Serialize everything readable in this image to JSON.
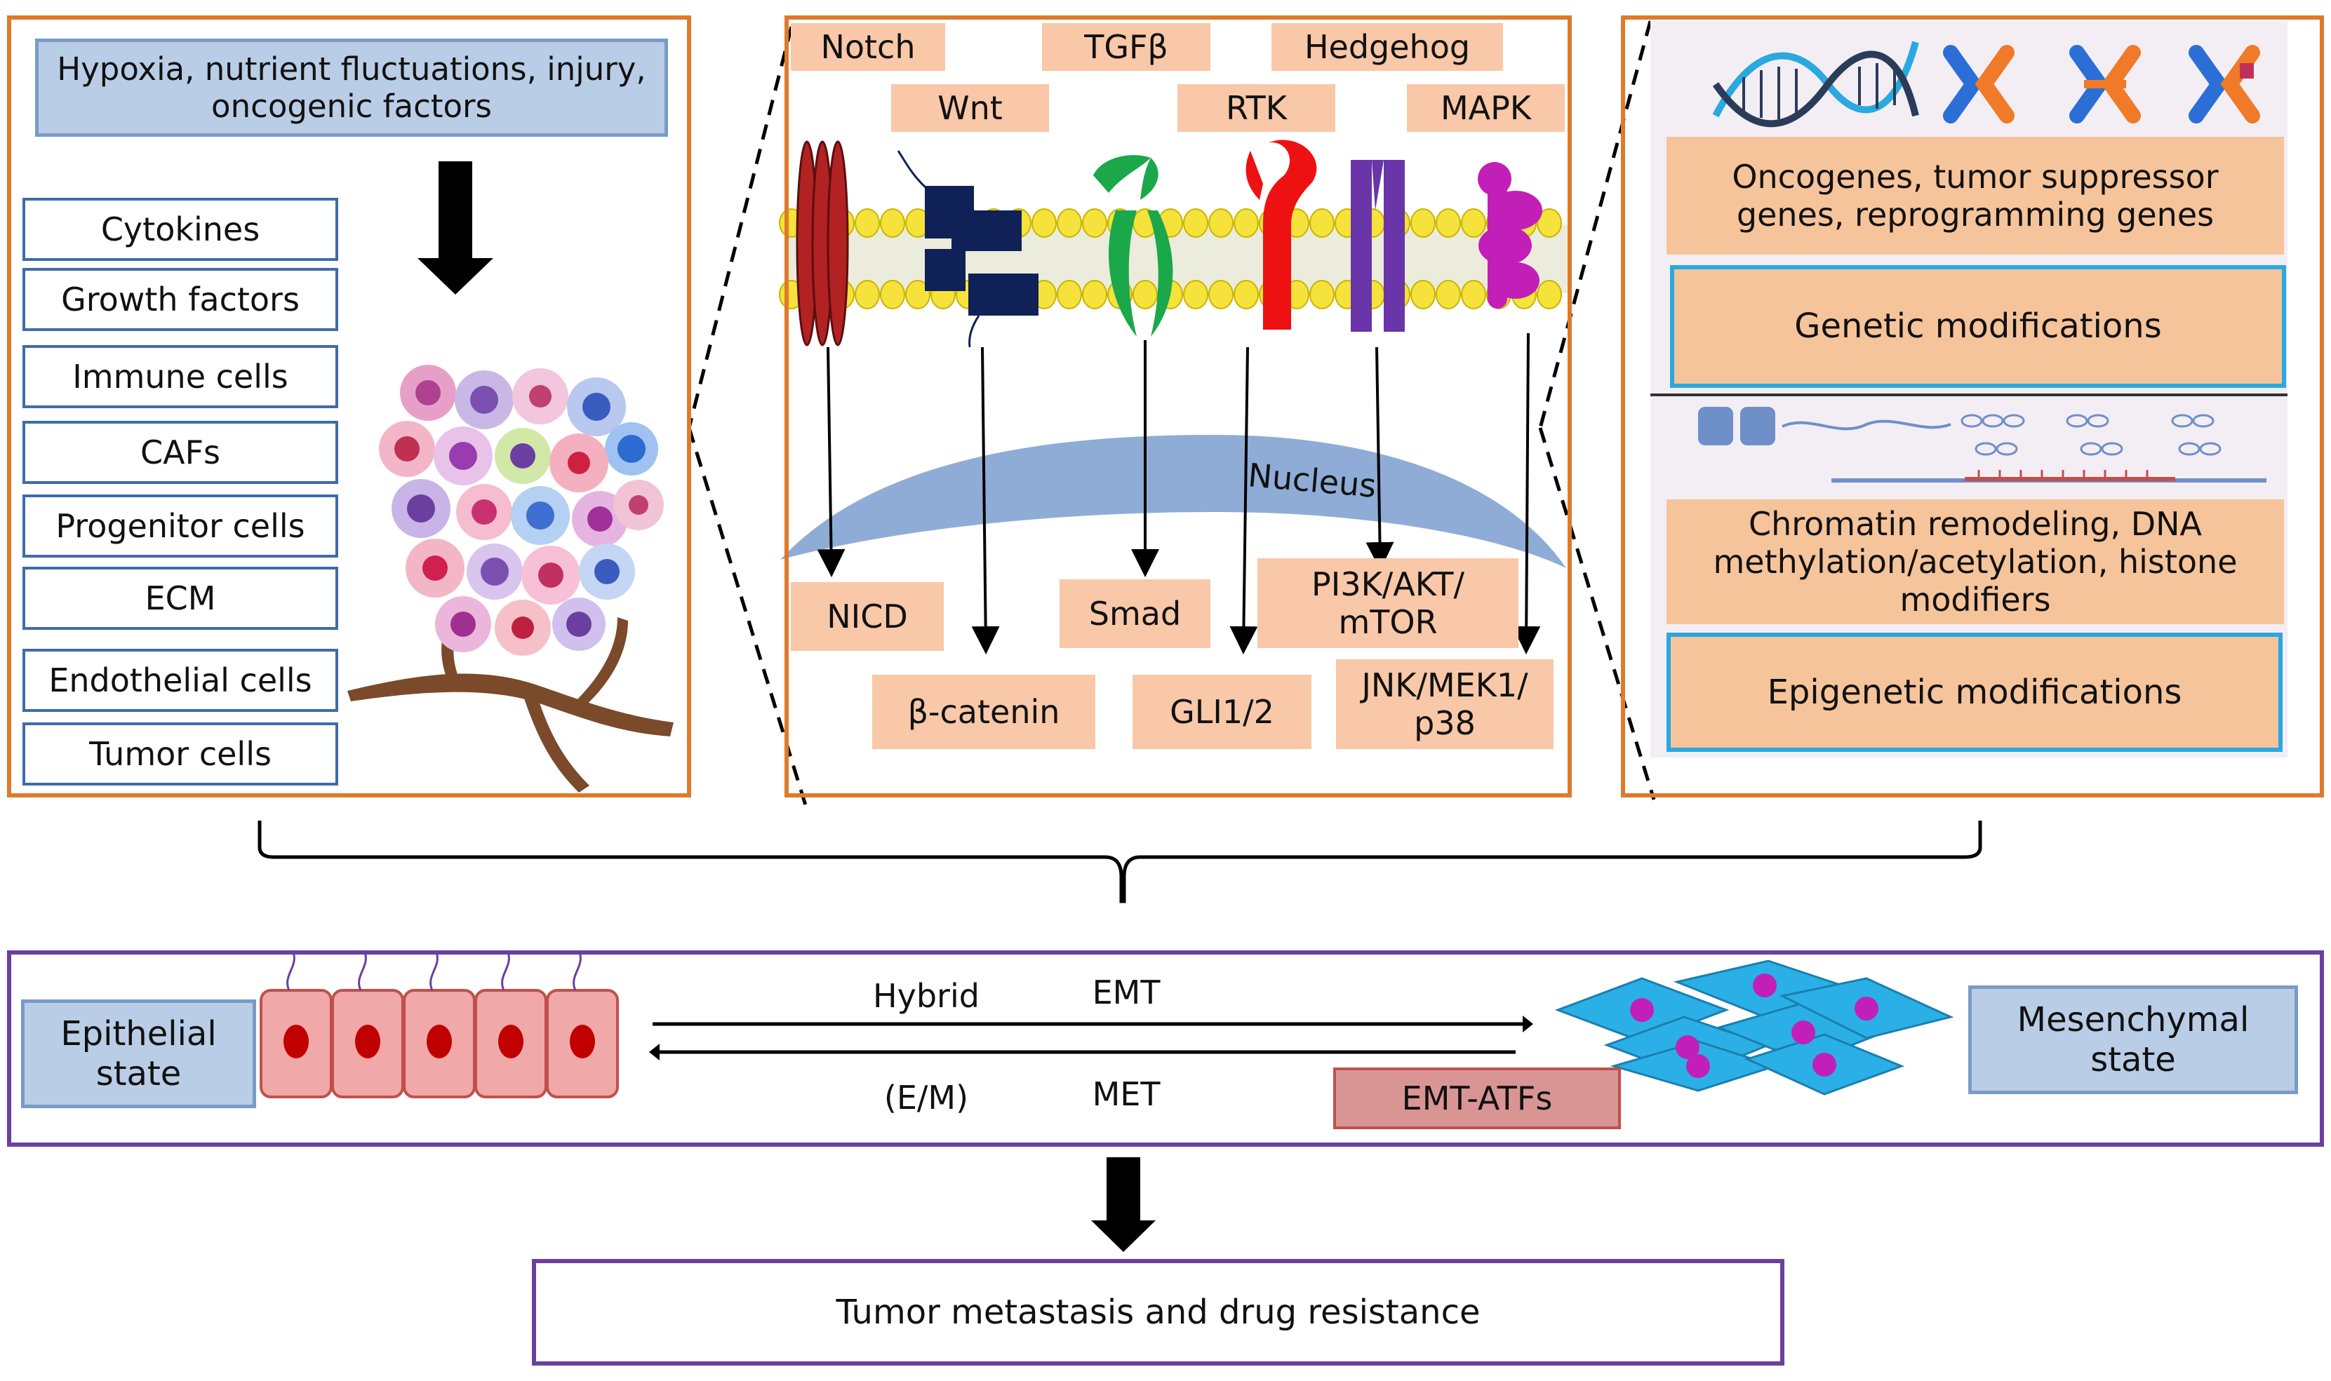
{
  "left_panel": {
    "stimuli": "Hypoxia, nutrient fluctuations, injury, oncogenic factors",
    "factors": [
      "Cytokines",
      "Growth factors",
      "Immune cells",
      "CAFs",
      "Progenitor cells",
      "ECM",
      "Endothelial cells",
      "Tumor cells"
    ]
  },
  "middle_panel": {
    "pathways_top": [
      "Notch",
      "TGFβ",
      "Hedgehog",
      "Wnt",
      "RTK",
      "MAPK"
    ],
    "nucleus_label": "Nucleus",
    "effectors": [
      "NICD",
      "β-catenin",
      "Smad",
      "GLI1/2",
      "PI3K/AKT/ mTOR",
      "JNK/MEK1/ p38"
    ]
  },
  "right_panel": {
    "genes_text": "Oncogenes, tumor suppressor genes, reprogramming genes",
    "genetic_label": "Genetic modifications",
    "chromatin_text": "Chromatin remodeling, DNA methylation/acetylation, histone modifiers",
    "epigenetic_label": "Epigenetic modifications"
  },
  "transition": {
    "epithelial": "Epithelial state",
    "mesenchymal": "Mesenchymal state",
    "hybrid": "Hybrid",
    "hybrid_sub": "(E/M)",
    "emt": "EMT",
    "met": "MET",
    "emt_atfs": "EMT-ATFs"
  },
  "outcome": "Tumor metastasis and drug resistance",
  "colors": {
    "panel_border": "#e07a2a",
    "purple_border": "#6b3fa0",
    "label_blue": "#b9cde6",
    "label_orange": "#f6c49b",
    "highlight_cyan": "#2aa8e0",
    "emt_atfs_fill": "#d99594",
    "nucleus": "#8eacd6",
    "membrane_yellow": "#f5e23a"
  }
}
